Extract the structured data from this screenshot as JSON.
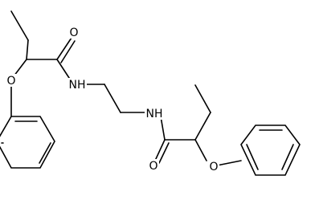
{
  "diagram": {
    "type": "chemical-structure",
    "atom_labels": {
      "o_carbonyl_left": "O",
      "nh_left": "NH",
      "o_ether_left": "O",
      "nh_right": "NH",
      "o_carbonyl_right": "O",
      "o_ether_right": "O"
    },
    "colors": {
      "bond": "#000000",
      "label": "#000000",
      "background": "#ffffff"
    }
  }
}
